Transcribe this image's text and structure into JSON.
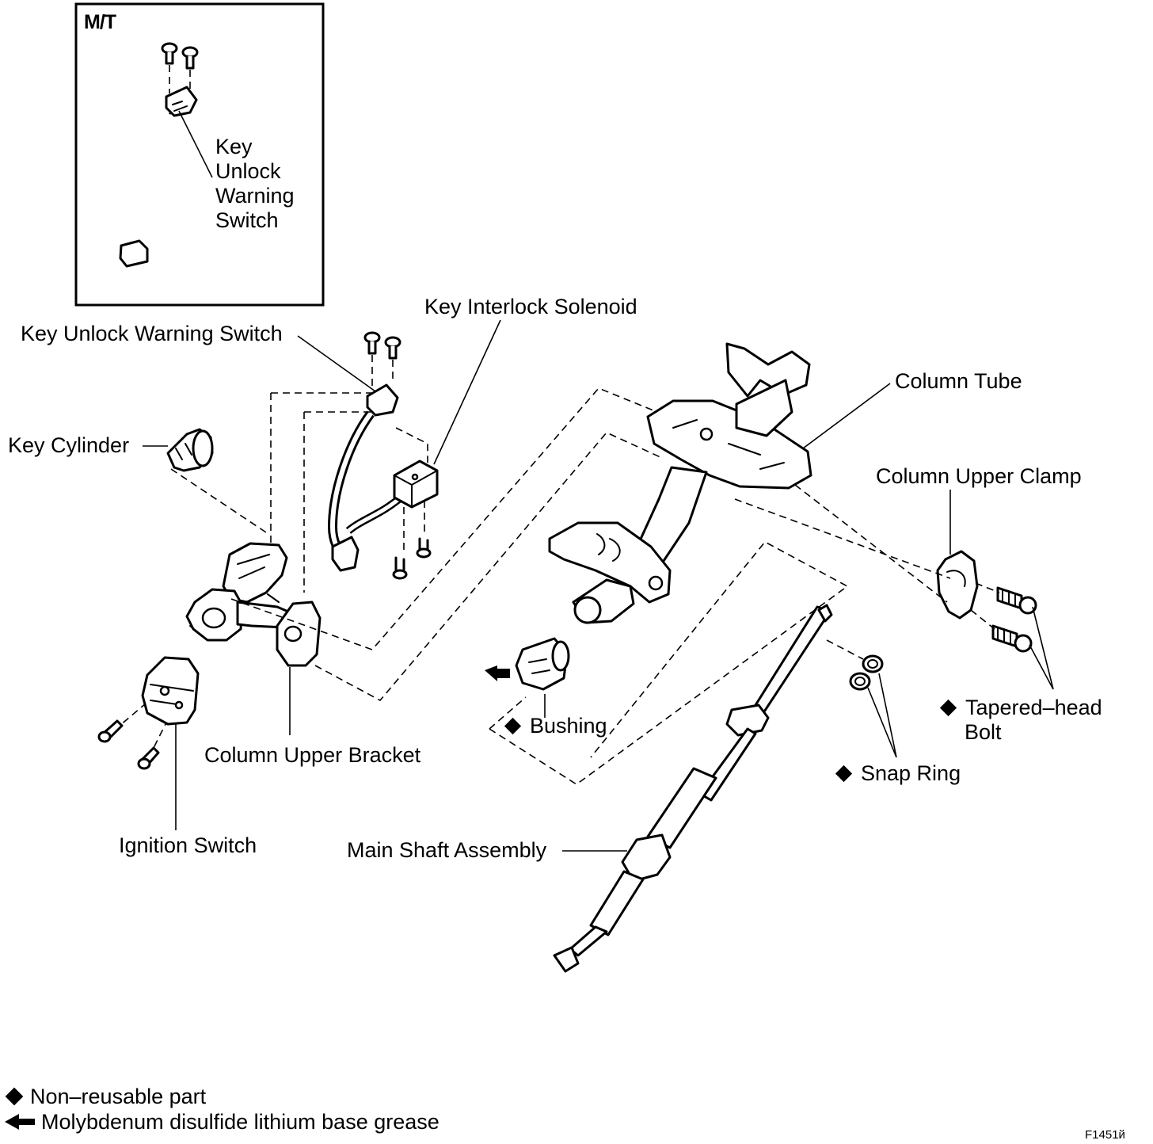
{
  "inset": {
    "title": "M/T",
    "label": "Key\nUnlock\nWarning\nSwitch"
  },
  "labels": {
    "key_interlock_solenoid": "Key Interlock Solenoid",
    "key_unlock_warning_switch": "Key Unlock Warning Switch",
    "key_cylinder": "Key Cylinder",
    "column_tube": "Column Tube",
    "column_upper_clamp": "Column Upper Clamp",
    "tapered_head_bolt_line1": "Tapered–head",
    "tapered_head_bolt_line2": "Bolt",
    "bushing": "Bushing",
    "snap_ring": "Snap Ring",
    "column_upper_bracket": "Column Upper Bracket",
    "ignition_switch": "Ignition Switch",
    "main_shaft_assembly": "Main Shaft Assembly"
  },
  "legend": [
    {
      "symbol": "diamond-icon",
      "text": "Non–reusable part"
    },
    {
      "symbol": "arrow-left-icon",
      "text": "Molybdenum disulfide lithium base grease"
    }
  ],
  "figure_id": "F1451й"
}
